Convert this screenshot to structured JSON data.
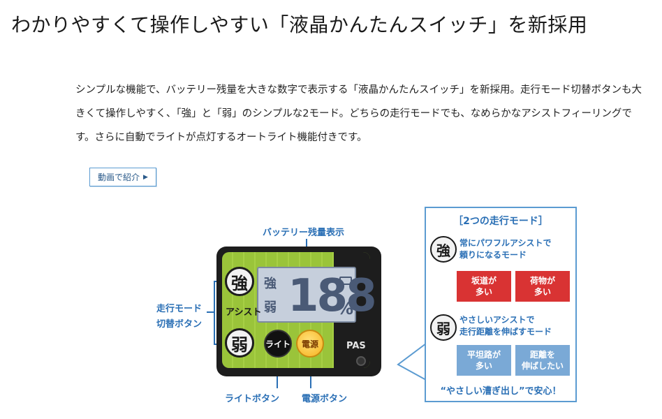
{
  "page": {
    "title": "わかりやすくて操作しやすい「液晶かんたんスイッチ」を新採用",
    "description_lines": [
      "シンプルな機能で、バッテリー残量を大きな数字で表示する「液晶かんたんスイッチ」を新採用。走行モード切替ボタンも大",
      "きくて操作しやすく、「強」と「弱」のシンプルな2モード。どちらの走行モードでも、なめらかなアシストフィーリングで",
      "す。さらに自動でライトが点灯するオートライト機能付きです。"
    ],
    "video_button": {
      "label": "動画で紹介",
      "icon": "play-triangle-icon"
    }
  },
  "diagram": {
    "battery_label": "バッテリー残量表示",
    "mode_switch_label": [
      "走行モード",
      "切替ボタン"
    ],
    "light_button_label": "ライトボタン",
    "power_button_label": "電源ボタン",
    "device": {
      "strong_button": "強",
      "weak_button": "弱",
      "assist_text": "アシスト",
      "lcd_strong": "強",
      "lcd_weak": "弱",
      "lcd_number": "188",
      "lcd_percent": "%",
      "light_button": "ライト",
      "power_button": "電源",
      "brand": "PAS"
    },
    "mode_panel": {
      "title": "［2つの走行モード］",
      "strong": {
        "kanji": "強",
        "desc": [
          "常にパワフルアシストで",
          "頼りになるモード"
        ],
        "tags": [
          [
            "坂道が",
            "多い"
          ],
          [
            "荷物が",
            "多い"
          ]
        ]
      },
      "weak": {
        "kanji": "弱",
        "desc": [
          "やさしいアシストで",
          "走行距離を伸ばすモード"
        ],
        "tags": [
          [
            "平坦路が",
            "多い"
          ],
          [
            "距離を",
            "伸ばしたい"
          ]
        ]
      },
      "footer": "“やさしい漕ぎ出し”で安心！"
    }
  },
  "colors": {
    "accent_blue": "#2a6fb5",
    "device_green": "#9ac43a",
    "tag_red": "#d93333",
    "tag_blue": "#7aa9d6",
    "power_orange": "#f6b21e"
  }
}
